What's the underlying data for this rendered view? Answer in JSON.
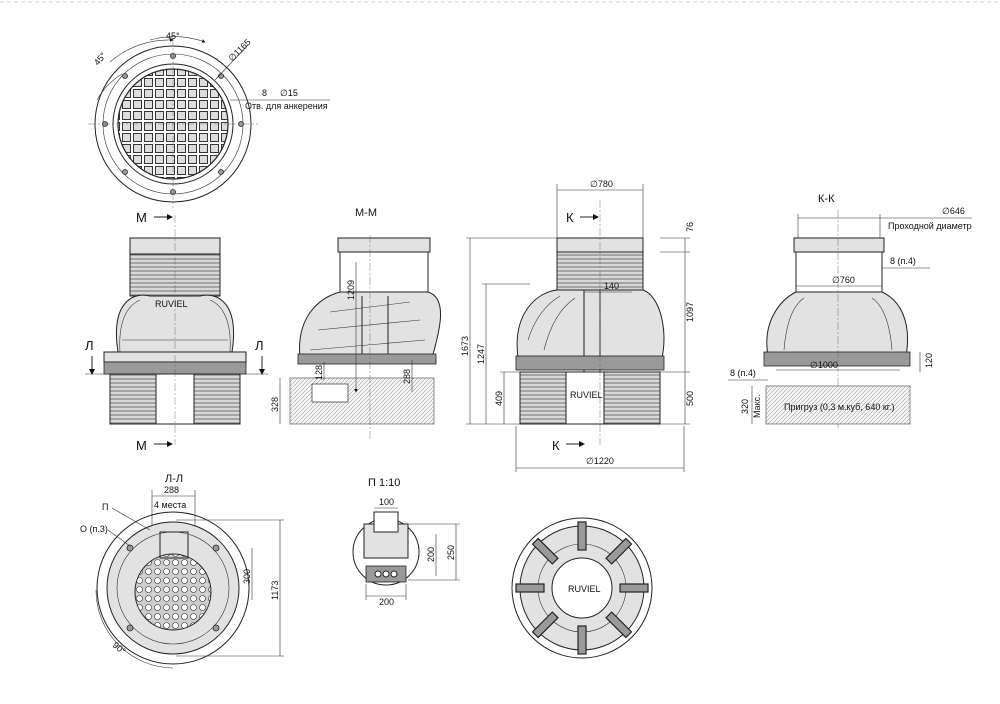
{
  "plan_top": {
    "angle": "45°",
    "angle2": "45°",
    "diameter": "∅1165",
    "anchor_count": "8",
    "anchor_diameter": "∅15",
    "anchor_note": "Отв. для анкерения"
  },
  "front_view": {
    "marker_m": "М",
    "marker_l": "Л",
    "brand": "RUVIEL"
  },
  "section_mm": {
    "title": "М-М",
    "dim_1209": "1209",
    "dim_128": "128",
    "dim_288": "288",
    "dim_328": "328"
  },
  "side_view": {
    "marker_k": "К",
    "dim_780": "∅780",
    "dim_76": "76",
    "dim_1097": "1097",
    "dim_140": "140",
    "dim_1673": "1673",
    "dim_1247": "1247",
    "dim_409": "409",
    "dim_500": "500",
    "dim_1220": "∅1220",
    "brand": "RUVIEL"
  },
  "section_kk": {
    "title": "К-К",
    "dim_646": "∅646",
    "passage": "Проходной диаметр",
    "dim_8_p4": "8  (п.4)",
    "dim_760": "∅760",
    "dim_120": "120",
    "dim_8_p4_left": "8  (п.4)",
    "dim_1000": "∅1000",
    "dim_320": "320",
    "max": "Макс.",
    "ballast": "Пригруз (0,3 м.куб, 640 кг.)"
  },
  "section_ll": {
    "title": "Л-Л",
    "dim_288": "288",
    "places": "4 места",
    "label_p": "П",
    "label_o": "О (п.3)",
    "dim_300": "300",
    "dim_1173": "1173",
    "angle": "90°"
  },
  "detail_p": {
    "title": "П  1:10",
    "dim_100": "100",
    "dim_200v": "200",
    "dim_250": "250",
    "dim_200h": "200"
  },
  "bottom_view": {
    "brand": "RUVIEL"
  }
}
